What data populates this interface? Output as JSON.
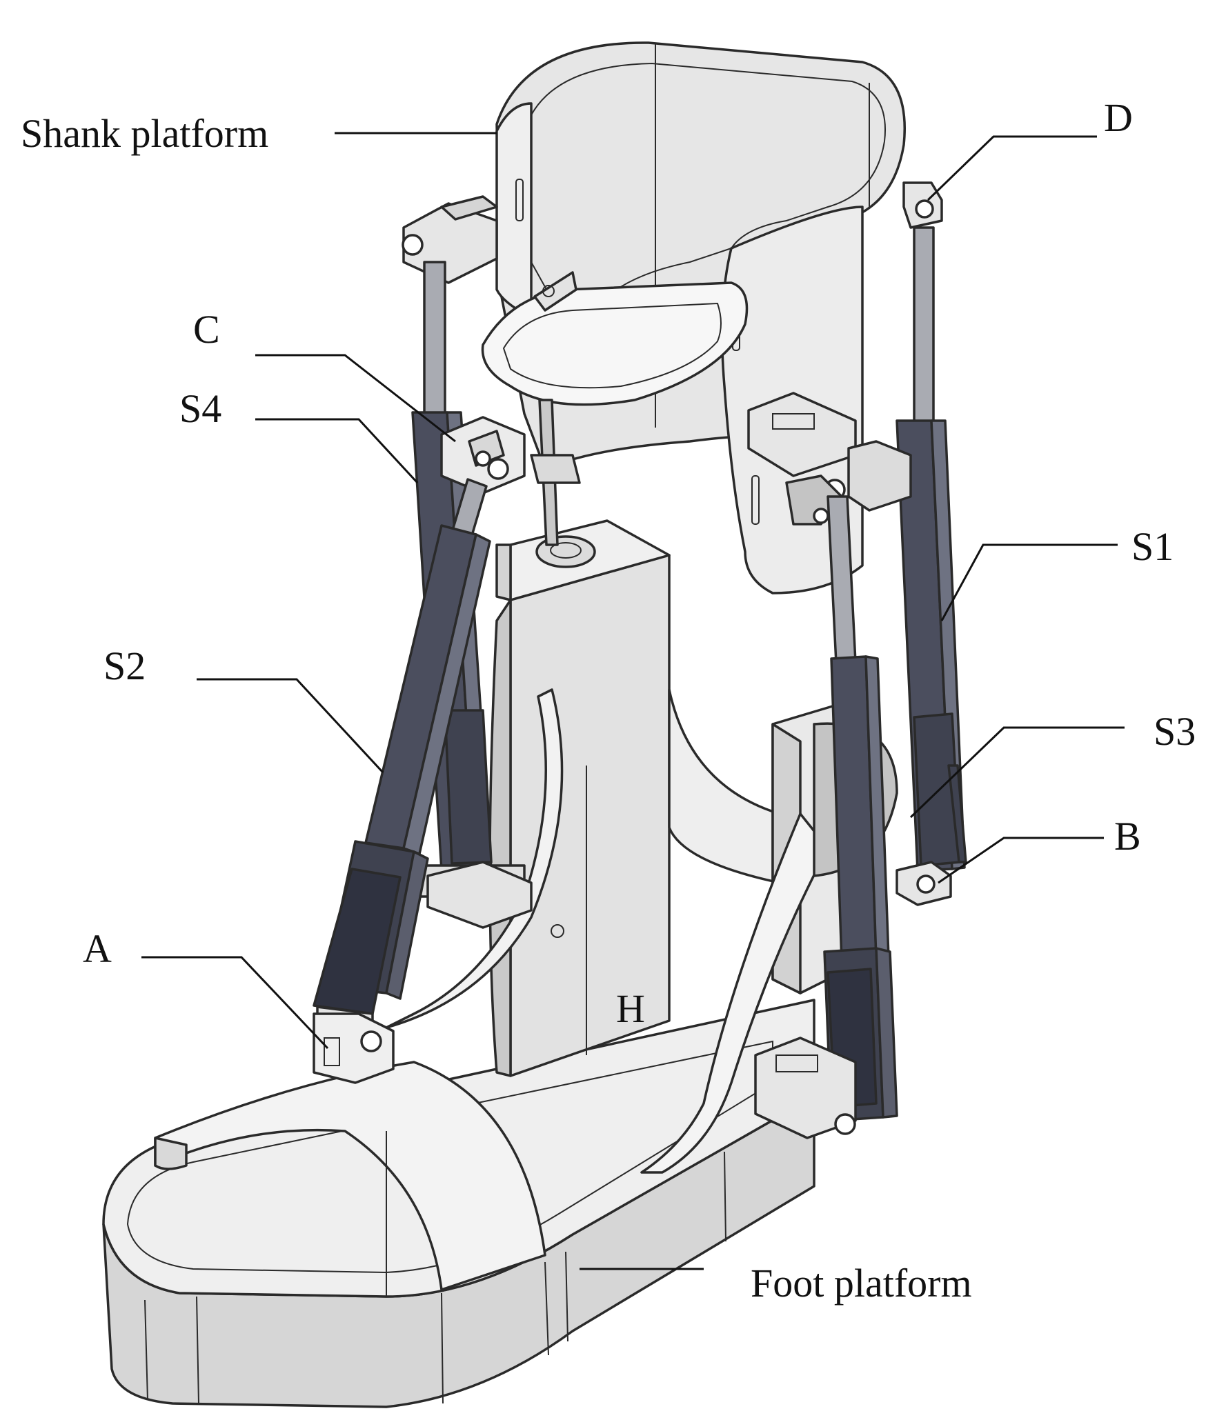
{
  "diagram": {
    "labels": {
      "shank_platform": "Shank platform",
      "foot_platform": "Foot platform",
      "joint_a": "A",
      "joint_b": "B",
      "joint_c": "C",
      "joint_d": "D",
      "actuator_s1": "S1",
      "actuator_s2": "S2",
      "actuator_s3": "S3",
      "actuator_s4": "S4",
      "center_h": "H"
    },
    "colors": {
      "platform_light": "#ececec",
      "platform_shade": "#cfcfcf",
      "platform_dark": "#b4b4b4",
      "actuator_dark": "#4b4e5e",
      "actuator_mid": "#6e7282",
      "rod": "#a9abb2",
      "outline": "#2a2a2a",
      "text": "#111111"
    }
  }
}
